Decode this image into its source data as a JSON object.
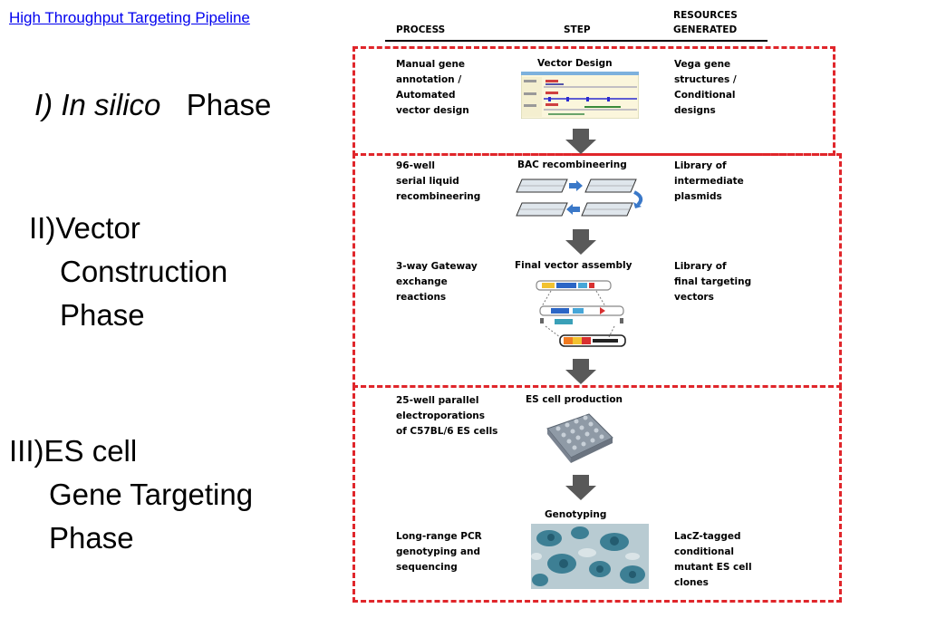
{
  "title_link": "High Throughput Targeting Pipeline",
  "phases": [
    {
      "numeral": "I)",
      "name_italic": "In silico",
      "name_rest": "Phase"
    },
    {
      "numeral": "II)",
      "lines": [
        "Vector",
        "Construction",
        "Phase"
      ]
    },
    {
      "numeral": "III)",
      "lines": [
        "ES cell",
        "Gene Targeting",
        "Phase"
      ]
    }
  ],
  "headers": {
    "process": "PROCESS",
    "step": "STEP",
    "resources_line1": "RESOURCES",
    "resources_line2": "GENERATED"
  },
  "rows": [
    {
      "process": [
        "Manual gene",
        "annotation /",
        "Automated",
        "vector design"
      ],
      "step": "Vector Design",
      "resources": [
        "Vega gene",
        "structures /",
        "Conditional",
        "designs"
      ]
    },
    {
      "process": [
        "96-well",
        "serial liquid",
        "recombineering"
      ],
      "step": "BAC recombineering",
      "resources": [
        "Library of",
        "intermediate",
        "plasmids"
      ]
    },
    {
      "process": [
        "3-way Gateway",
        "exchange",
        "reactions"
      ],
      "step": "Final vector assembly",
      "resources": [
        "Library of",
        "final targeting",
        "vectors"
      ]
    },
    {
      "process": [
        "25-well parallel",
        "electroporations",
        "of C57BL/6 ES cells"
      ],
      "step": "ES cell production",
      "resources": []
    },
    {
      "process": [
        "Long-range PCR",
        "genotyping and",
        "sequencing"
      ],
      "step": "Genotyping",
      "resources": [
        "LacZ-tagged",
        "conditional",
        "mutant ES cell",
        "clones"
      ]
    }
  ],
  "colors": {
    "dash": "#e0262b",
    "arrow": "#595959",
    "link": "#0000ee"
  }
}
